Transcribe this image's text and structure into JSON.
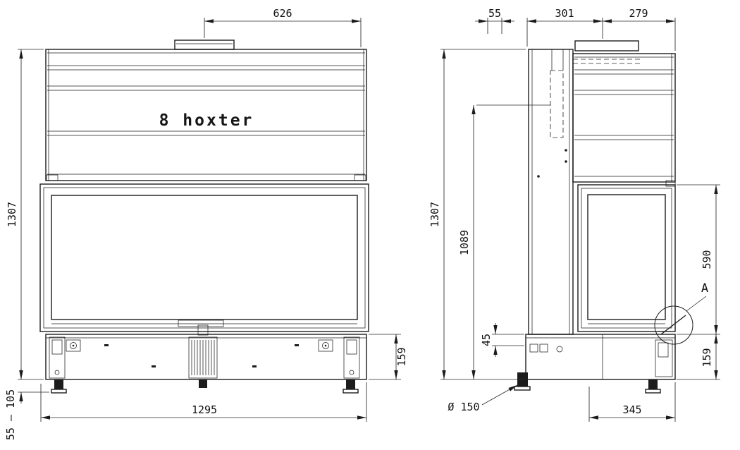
{
  "page": {
    "background": "#ffffff",
    "line_color": "#1c1c1c"
  },
  "drawing": {
    "brand_logo": "8 hoxter",
    "detail_label": "A",
    "front_view": {
      "dims": {
        "top_width": "626",
        "total_height": "1307",
        "base_height": "159",
        "leg_height": "55 – 105",
        "total_width": "1295"
      }
    },
    "side_view": {
      "dims": {
        "top_offset": "55",
        "depth_rear": "301",
        "depth_front": "279",
        "total_height": "1307",
        "inner_height": "1089",
        "glass_height": "590",
        "detail_offset": "45",
        "base_height": "159",
        "flue_diameter": "Ø 150",
        "base_depth": "345"
      }
    }
  }
}
